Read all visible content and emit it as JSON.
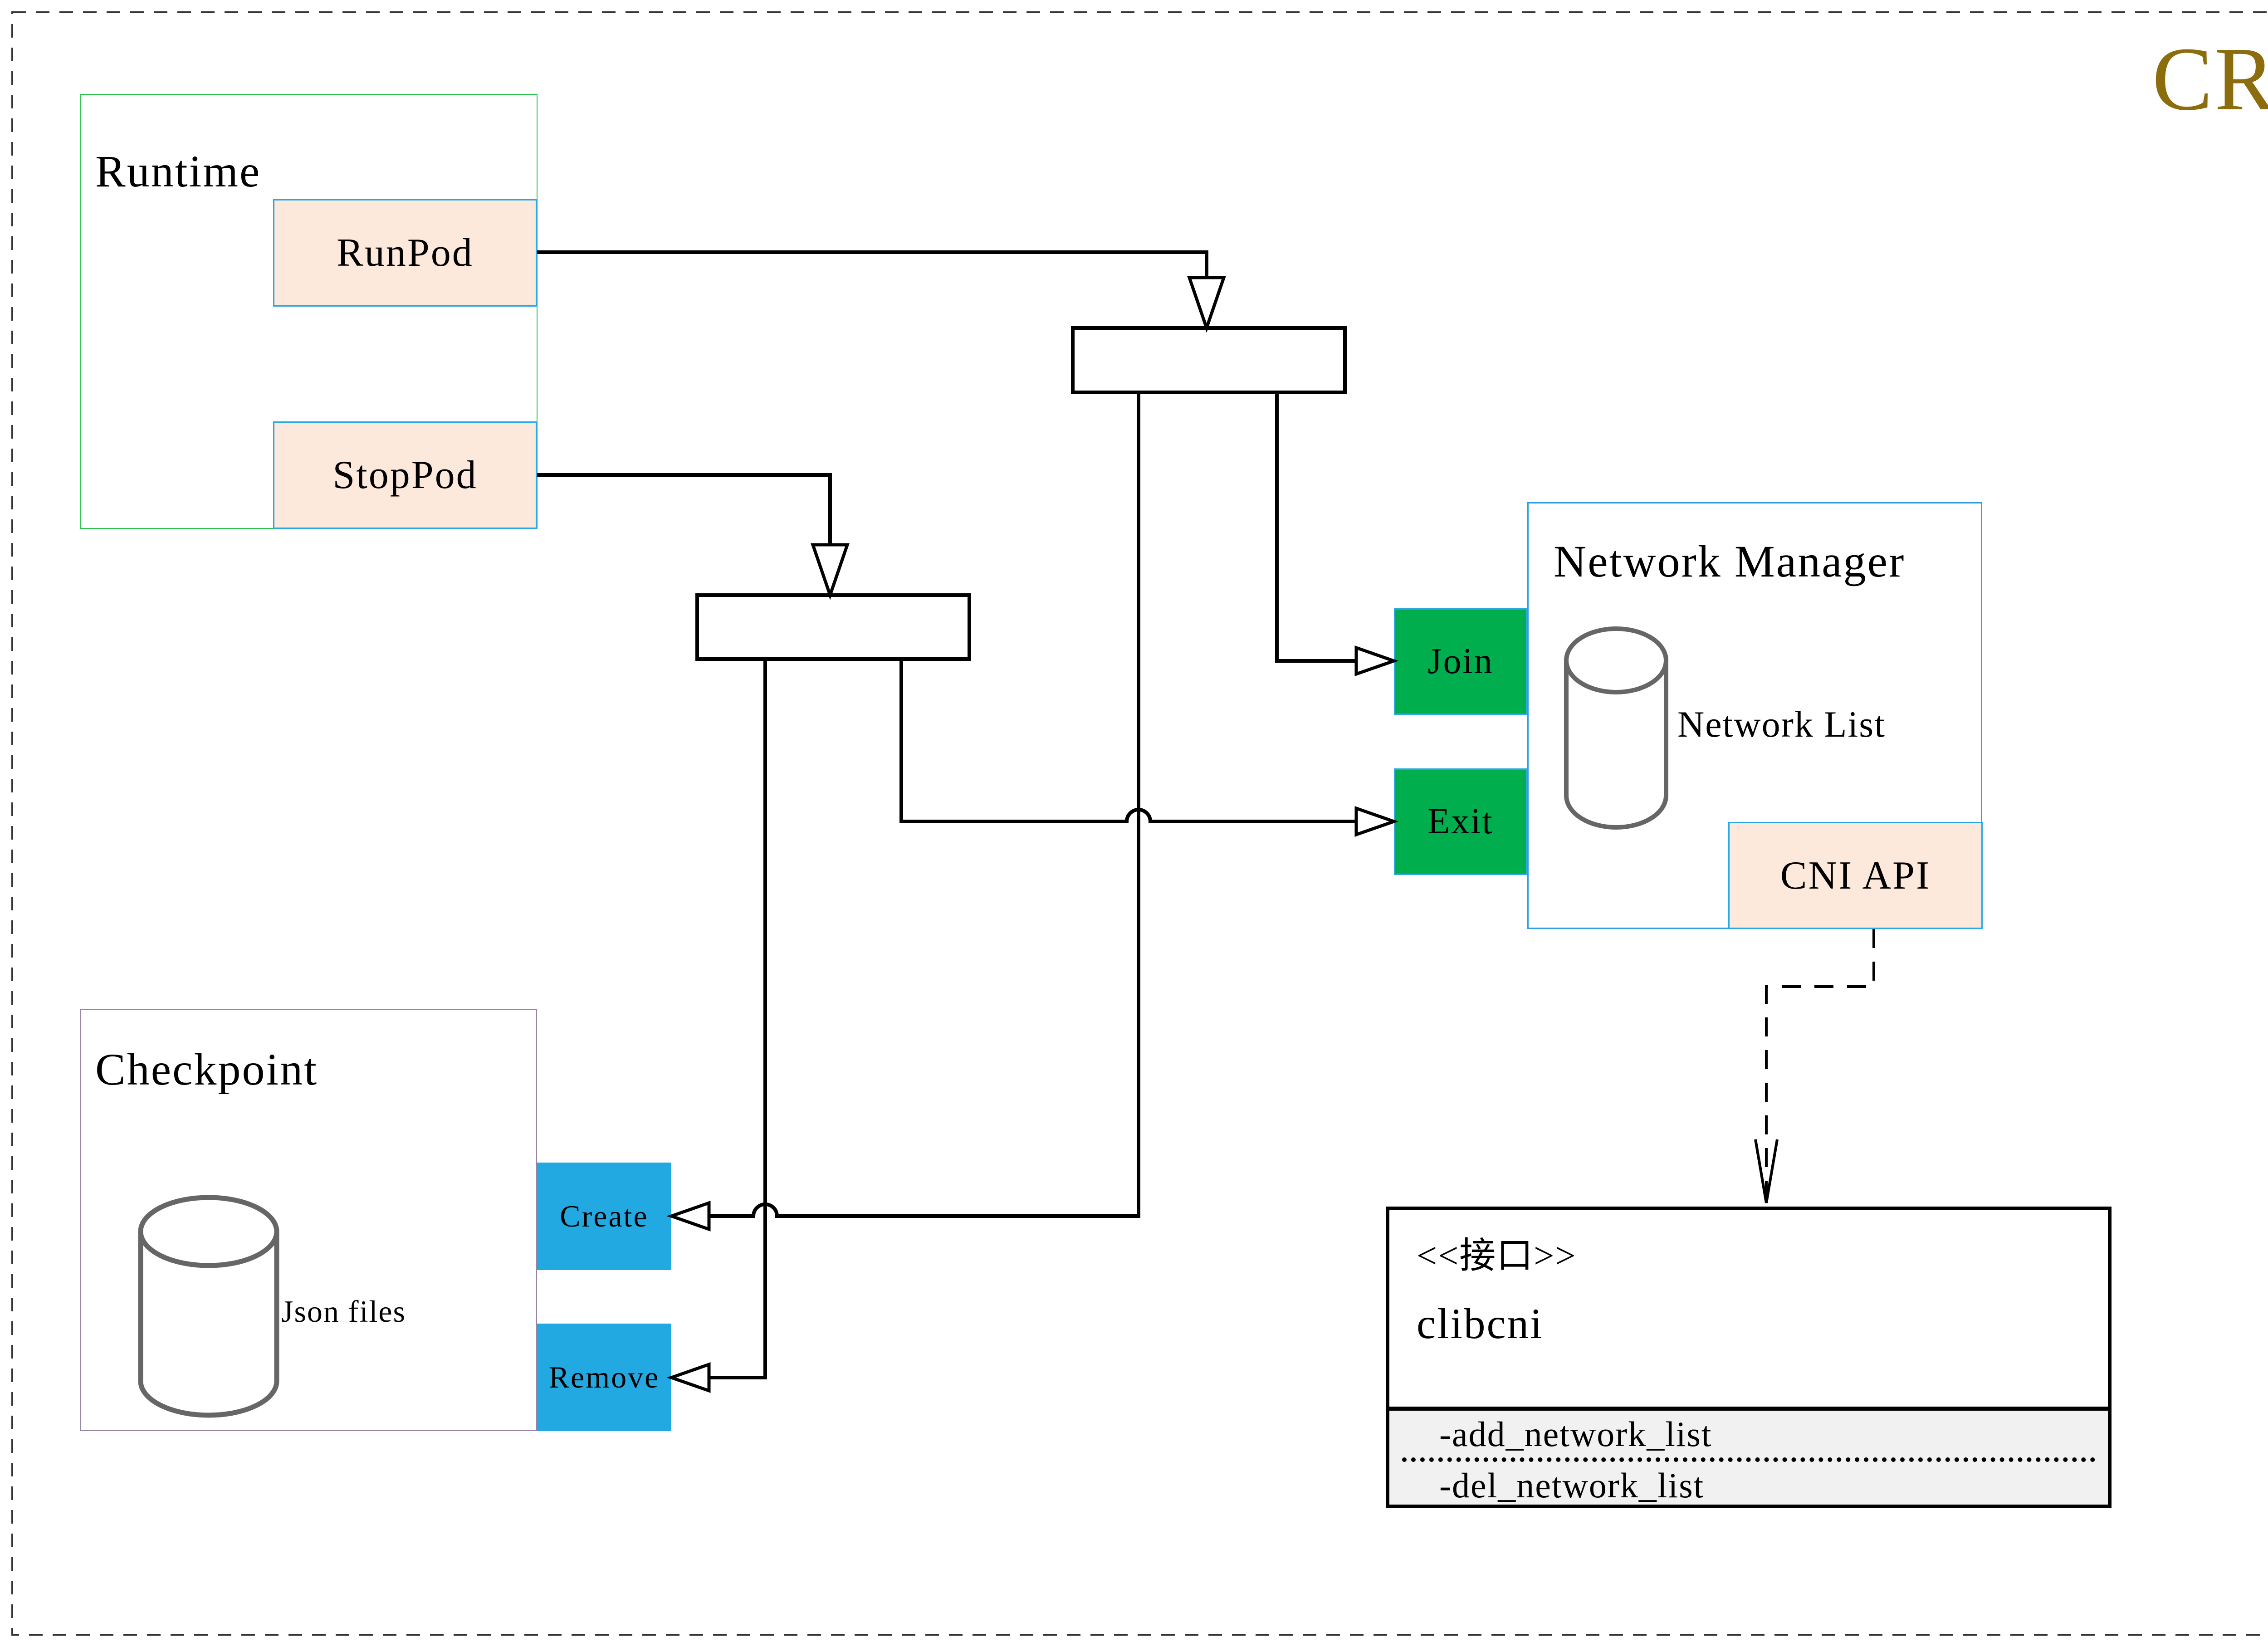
{
  "page": {
    "watermark": "CRI"
  },
  "colors": {
    "cri_gold": "#8C6D0E",
    "runtime_border_green": "#2EC151",
    "checkpoint_border_purple": "#9585A3",
    "network_manager_border_blue": "#2D9FE0",
    "peach_fill": "#FCE9DB",
    "peach_border_blue": "#29A9E3",
    "green_button": "#00AE4E",
    "blue_button": "#23A9E1",
    "interface_section_gray": "#F1F1F1",
    "cylinder_gray": "#666666",
    "connector_black": "#000000"
  },
  "runtime": {
    "title": "Runtime",
    "run_pod_label": "RunPod",
    "stop_pod_label": "StopPod"
  },
  "checkpoint": {
    "title": "Checkpoint",
    "database_label": "Json files",
    "create_label": "Create",
    "remove_label": "Remove"
  },
  "network_manager": {
    "title": "Network Manager",
    "database_label": "Network List",
    "join_label": "Join",
    "exit_label": "Exit",
    "cni_api_label": "CNI API"
  },
  "clibcni": {
    "stereotype": "<<接口>>",
    "name": "clibcni",
    "methods": [
      "-add_network_list",
      "-del_network_list"
    ]
  }
}
